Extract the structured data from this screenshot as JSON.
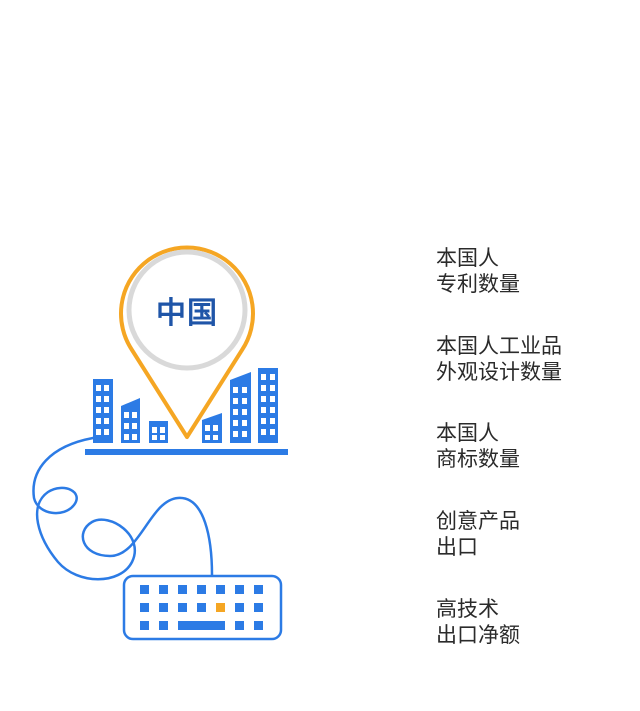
{
  "pin": {
    "label": "中国"
  },
  "indicators": [
    {
      "line1": "本国人",
      "line2": "专利数量"
    },
    {
      "line1": "本国人工业品",
      "line2": "外观设计数量"
    },
    {
      "line1": "本国人",
      "line2": "商标数量"
    },
    {
      "line1": "创意产品",
      "line2": "出口"
    },
    {
      "line1": "高技术",
      "line2": "出口净额"
    }
  ],
  "colors": {
    "blue": "#2c7be5",
    "orange": "#f5a623",
    "pin_inner_border": "#d9d9d9",
    "pin_text": "#1f55a8",
    "text": "#2b2b2b"
  }
}
